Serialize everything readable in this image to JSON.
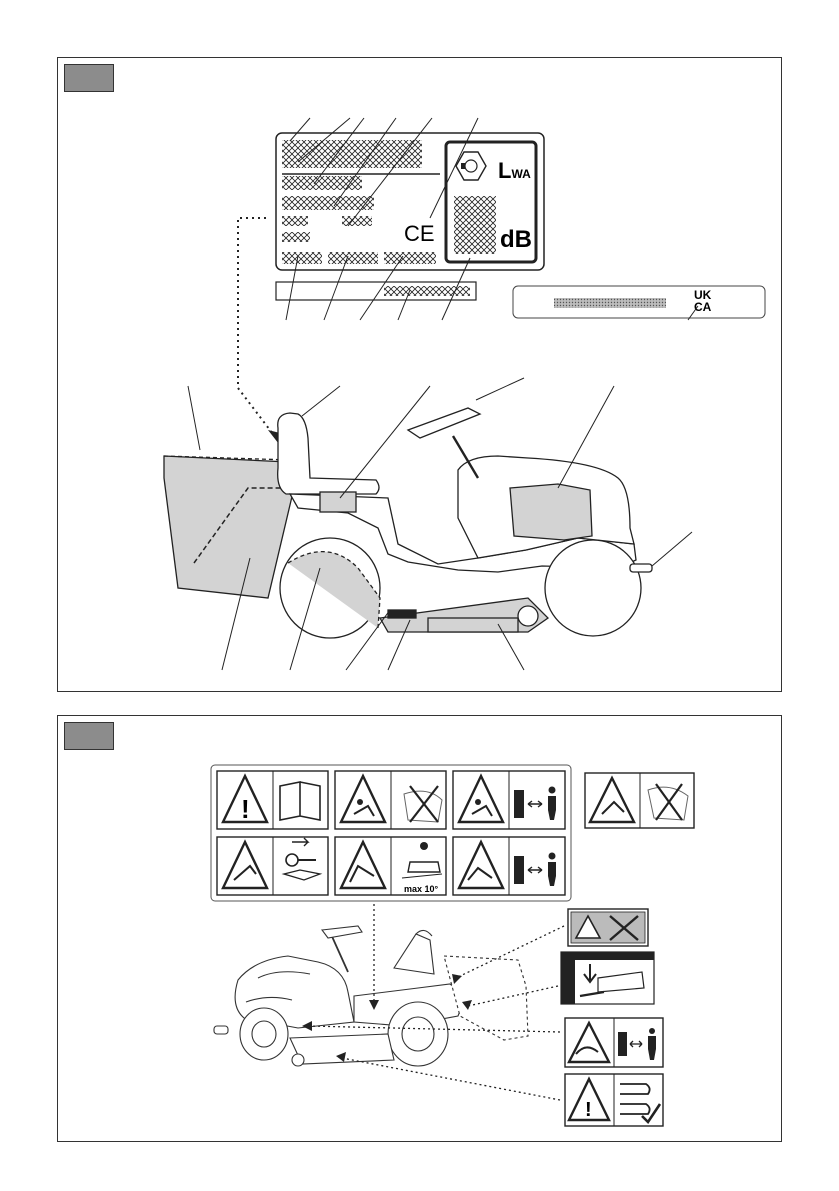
{
  "panel1": {
    "label_plate": {
      "noise_symbol": "LWA",
      "noise_symbol_main": "L",
      "noise_symbol_sub": "WA",
      "noise_unit": "dB",
      "ce_mark": "CE"
    },
    "ukca_plate": {
      "ukca_line1": "UK",
      "ukca_line2": "CA"
    }
  },
  "panel2": {
    "slope_sticker_text": "max 10°"
  },
  "colors": {
    "tab_fill": "#8c8c8c",
    "shade_fill": "#d3d3d3",
    "line": "#1a1a1a"
  }
}
